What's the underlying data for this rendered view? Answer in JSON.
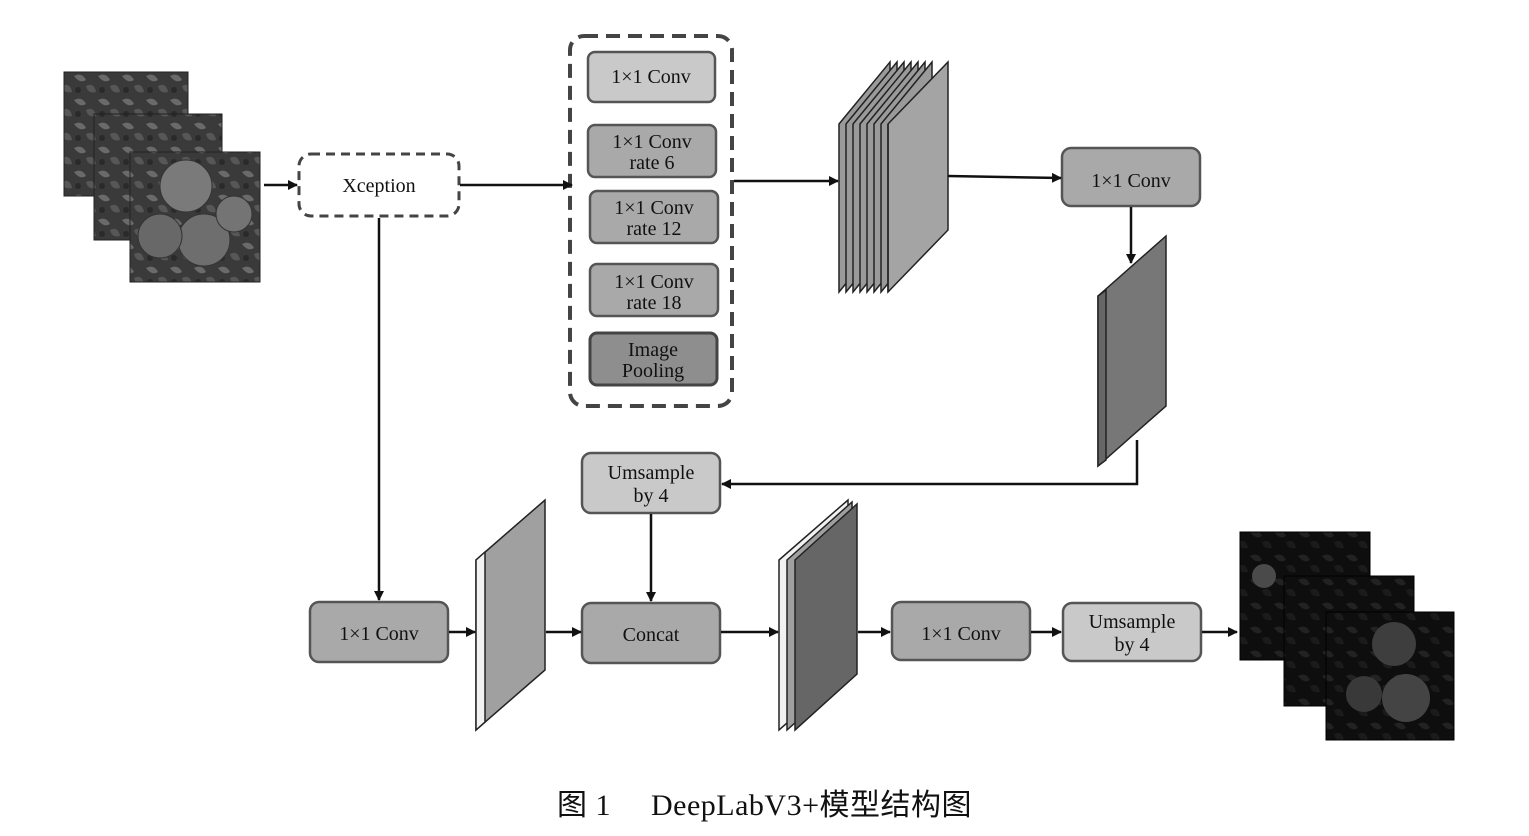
{
  "encoder": {
    "backbone_label": "Xception",
    "aspp": {
      "branch_1": [
        "1×1 Conv"
      ],
      "branch_2": [
        "1×1 Conv",
        "rate 6"
      ],
      "branch_3": [
        "1×1 Conv",
        "rate 12"
      ],
      "branch_4": [
        "1×1 Conv",
        "rate 18"
      ],
      "branch_5": [
        "Image",
        "Pooling"
      ]
    },
    "post_aspp_conv": "1×1 Conv"
  },
  "decoder": {
    "upsample_1": [
      "Umsample",
      "by 4"
    ],
    "lowlevel_conv": "1×1 Conv",
    "concat": "Concat",
    "final_conv": "1×1 Conv",
    "upsample_2": [
      "Umsample",
      "by 4"
    ]
  },
  "caption": {
    "figure_number": "图 1",
    "title": "DeepLabV3+模型结构图"
  },
  "colors": {
    "box_light": "#c9c9c9",
    "box_mid": "#a9a9a9",
    "box_dark": "#8e8e8e",
    "stroke": "#555555",
    "arrow": "#111111"
  }
}
